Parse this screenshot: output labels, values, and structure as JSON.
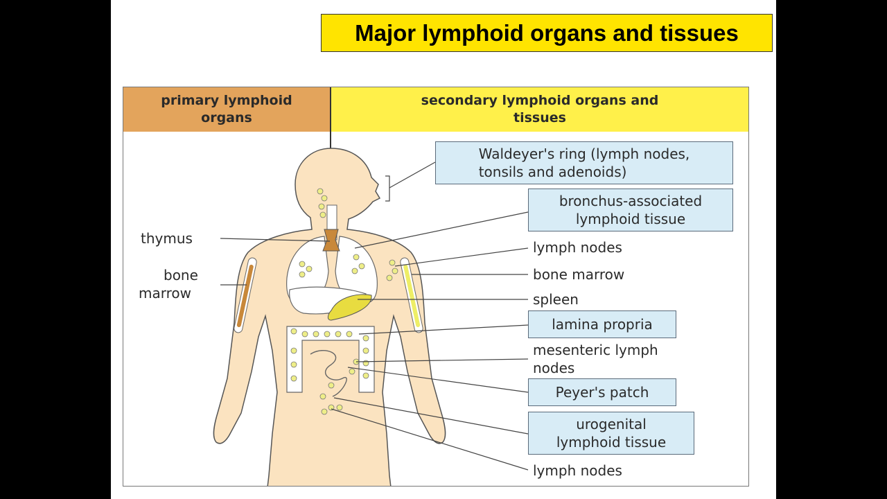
{
  "title": "Major lymphoid organs and tissues",
  "headers": {
    "primary": "primary lymphoid organs",
    "secondary": "secondary lymphoid organs and tissues"
  },
  "left_labels": {
    "thymus": "thymus",
    "bone_marrow_line1": "bone",
    "bone_marrow_line2": "marrow"
  },
  "right_labels": {
    "waldeyer_line1": "Waldeyer's ring (lymph nodes,",
    "waldeyer_line2": "tonsils and adenoids)",
    "balt_line1": "bronchus-associated",
    "balt_line2": "lymphoid tissue",
    "lymph_nodes_upper": "lymph nodes",
    "bone_marrow": "bone marrow",
    "spleen": "spleen",
    "lamina_propria": "lamina propria",
    "mesenteric_line1": "mesenteric lymph",
    "mesenteric_line2": "nodes",
    "peyers_patch": "Peyer's patch",
    "urogenital_line1": "urogenital",
    "urogenital_line2": "lymphoid tissue",
    "lymph_nodes_lower": "lymph nodes"
  },
  "colors": {
    "skin": "#fbe3c0",
    "title_bg": "#ffe400",
    "primary_header": "#e3a45c",
    "secondary_header": "#fff04a",
    "label_box": "#d8ecf6",
    "node": "#eeee88",
    "thymus": "#c8883a",
    "spleen": "#e8dc40"
  }
}
